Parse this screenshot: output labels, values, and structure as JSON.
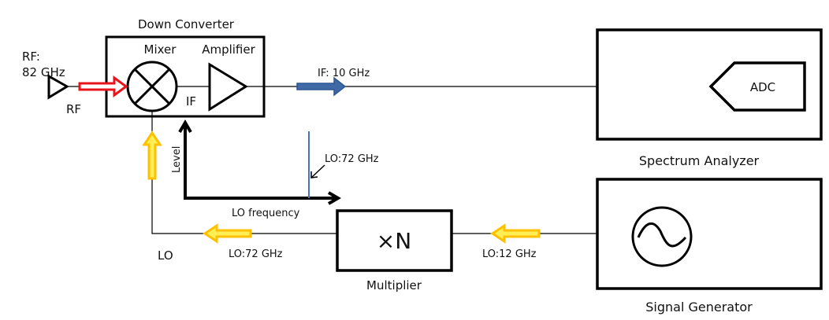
{
  "diagram": {
    "title": "Down-conversion measurement setup",
    "down_converter": {
      "label": "Down Converter",
      "mixer_label": "Mixer",
      "amplifier_label": "Amplifier",
      "if_label": "IF"
    },
    "rf_input": {
      "freq_label_line1": "RF:",
      "freq_label_line2": "82 GHz",
      "port_label": "RF"
    },
    "if_output": {
      "label": "IF: 10 GHz"
    },
    "spectrum_analyzer": {
      "label": "Spectrum Analyzer",
      "adc_label": "ADC"
    },
    "signal_generator": {
      "label": "Signal Generator"
    },
    "multiplier": {
      "label": "Multiplier",
      "symbol": "×N"
    },
    "lo_path": {
      "port_label": "LO",
      "after_multiplier_label": "LO:72 GHz",
      "generator_output_label": "LO:12 GHz"
    },
    "inset_spectrum": {
      "y_axis_label": "Level",
      "x_axis_label": "LO frequency",
      "marker_label": "LO:72 GHz"
    },
    "colors": {
      "rf_arrow": "#e8141b",
      "if_arrow": "#3f6aa6",
      "lo_arrow": "#ffc000",
      "lo_arrow_inner": "#ffee55",
      "spectrum_line": "#4472c4"
    }
  }
}
